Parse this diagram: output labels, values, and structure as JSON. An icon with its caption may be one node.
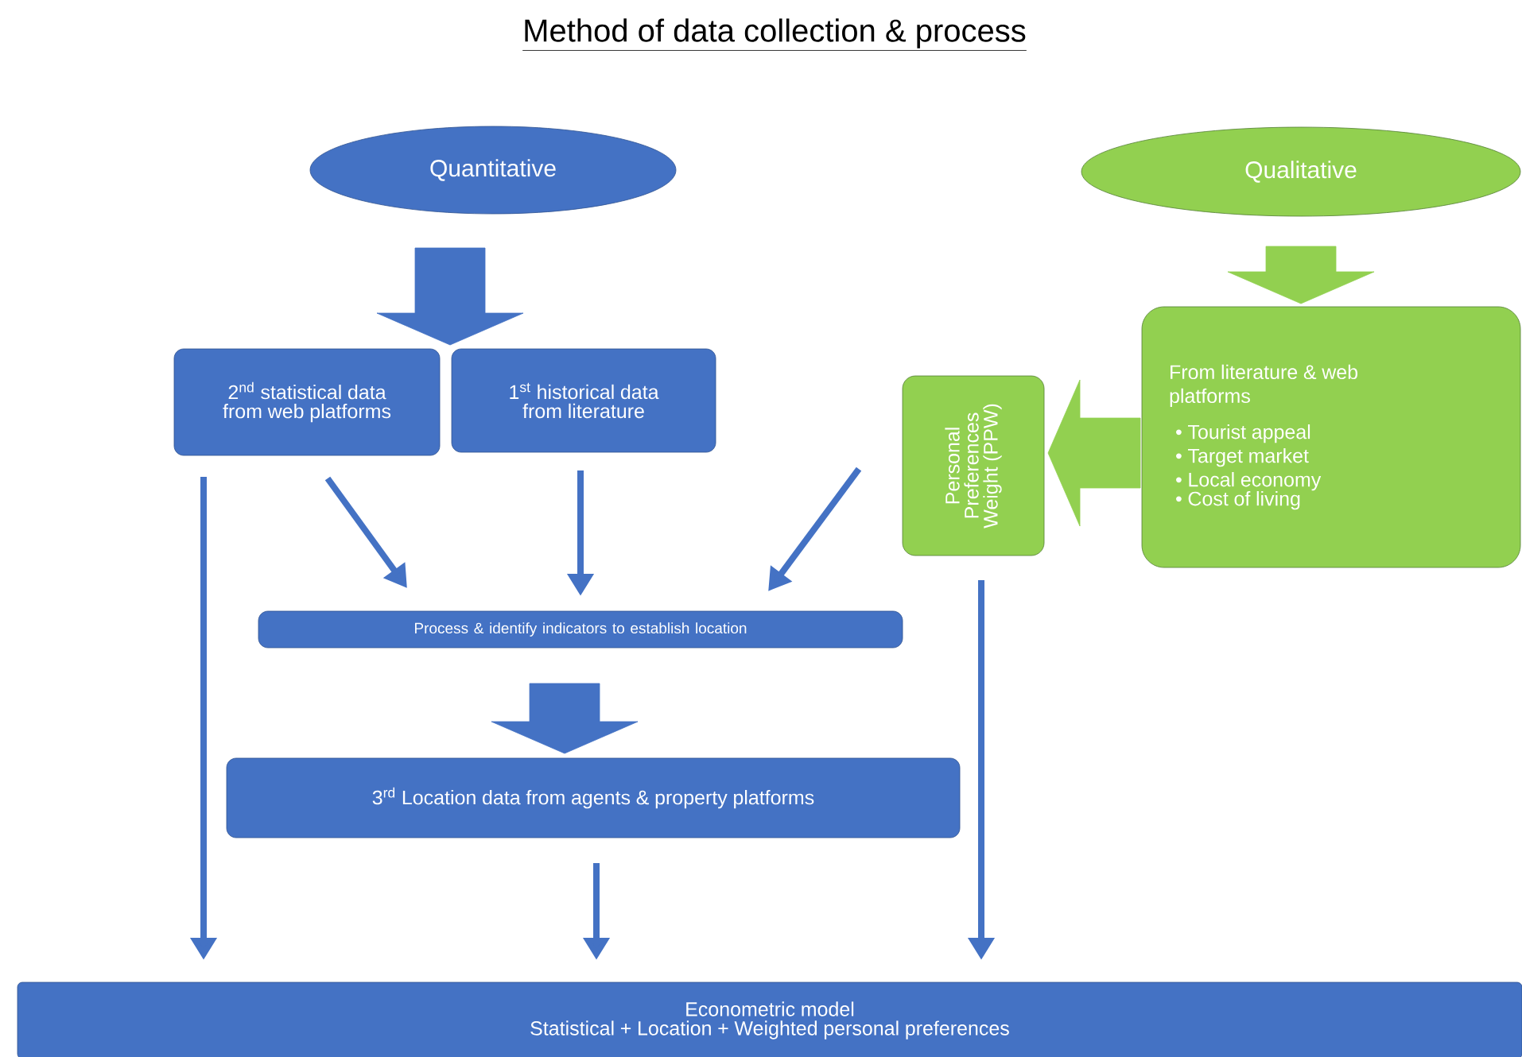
{
  "diagram": {
    "title": "Method of data collection & process",
    "nodes": [
      {
        "text": [
          "Quantitative"
        ]
      },
      {
        "text": [
          "Qualitative"
        ]
      },
      {
        "text": [
          "2$^{nd}$ statistical data from web platforms"
        ]
      },
      {
        "text": [
          "1$^{st}$ historical data from literature"
        ]
      },
      {
        "text": [
          "Personal Preferences Weight (PPW)"
        ]
      },
      {
        "text": [
          "From literature & web platforms",
          "• Tourist appeal",
          "• Target market",
          "• Local economy",
          "• Cost of living"
        ]
      },
      {
        "text": [
          "Process & identify indicators to establish location"
        ]
      },
      {
        "text": [
          "3$^{rd}$ Location data from agents & property platforms"
        ]
      },
      {
        "text": [
          "Econometric model",
          "Statistical + Location + Weighted personal preferences"
        ]
      }
    ],
    "edges": [
      {
        "from": 0,
        "to": 2,
        "arrow": "to",
        "style": "thick"
      },
      {
        "from": 0,
        "to": 3,
        "arrow": "to",
        "style": "thick"
      },
      {
        "from": 1,
        "to": 5,
        "arrow": "to",
        "style": "thick",
        "color": "#92d050"
      },
      {
        "from": 5,
        "to": 4,
        "arrow": "to",
        "style": "thick",
        "color": "#92d050"
      },
      {
        "from": 2,
        "to": 6,
        "arrow": "to"
      },
      {
        "from": 3,
        "to": 6,
        "arrow": "to"
      },
      {
        "from": 4,
        "to": 6,
        "arrow": "to"
      },
      {
        "from": 6,
        "to": 7,
        "arrow": "to",
        "style": "thick"
      },
      {
        "from": 2,
        "to": 8,
        "arrow": "to"
      },
      {
        "from": 7,
        "to": 8,
        "arrow": "to"
      },
      {
        "from": 4,
        "to": 8,
        "arrow": "to"
      }
    ]
  }
}
